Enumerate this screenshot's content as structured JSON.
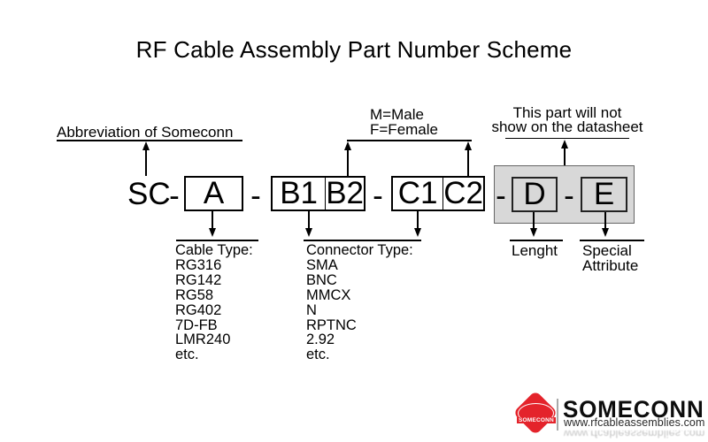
{
  "title": "RF Cable Assembly Part Number Scheme",
  "scheme": {
    "prefix": "SC",
    "separator": "-",
    "segments": {
      "a": "A",
      "b1": "B1",
      "b2": "B2",
      "c1": "C1",
      "c2": "C2",
      "d": "D",
      "e": "E"
    }
  },
  "annotations": {
    "abbreviation": "Abbreviation of Someconn",
    "gender": {
      "line1": "M=Male",
      "line2": "F=Female"
    },
    "datasheet": {
      "line1": "This part will not",
      "line2": "show on the datasheet"
    },
    "cable_type": {
      "heading": "Cable Type:",
      "items": [
        "RG316",
        "RG142",
        "RG58",
        "RG402",
        "7D-FB",
        "LMR240",
        "etc."
      ]
    },
    "connector_type": {
      "heading": "Connector Type:",
      "items": [
        "SMA",
        "BNC",
        "MMCX",
        "N",
        "RPTNC",
        "2.92",
        "etc."
      ]
    },
    "length_label": "Lenght",
    "special": {
      "line1": "Special",
      "line2": "Attribute"
    }
  },
  "logo": {
    "badge_text": "SOMECONN",
    "wordmark": "SOMECONN",
    "website": "www.rfcableassemblies.com",
    "brand_red": "#e4232b"
  },
  "colors": {
    "shaded_box": "#d8d8d8",
    "line": "#000000"
  }
}
